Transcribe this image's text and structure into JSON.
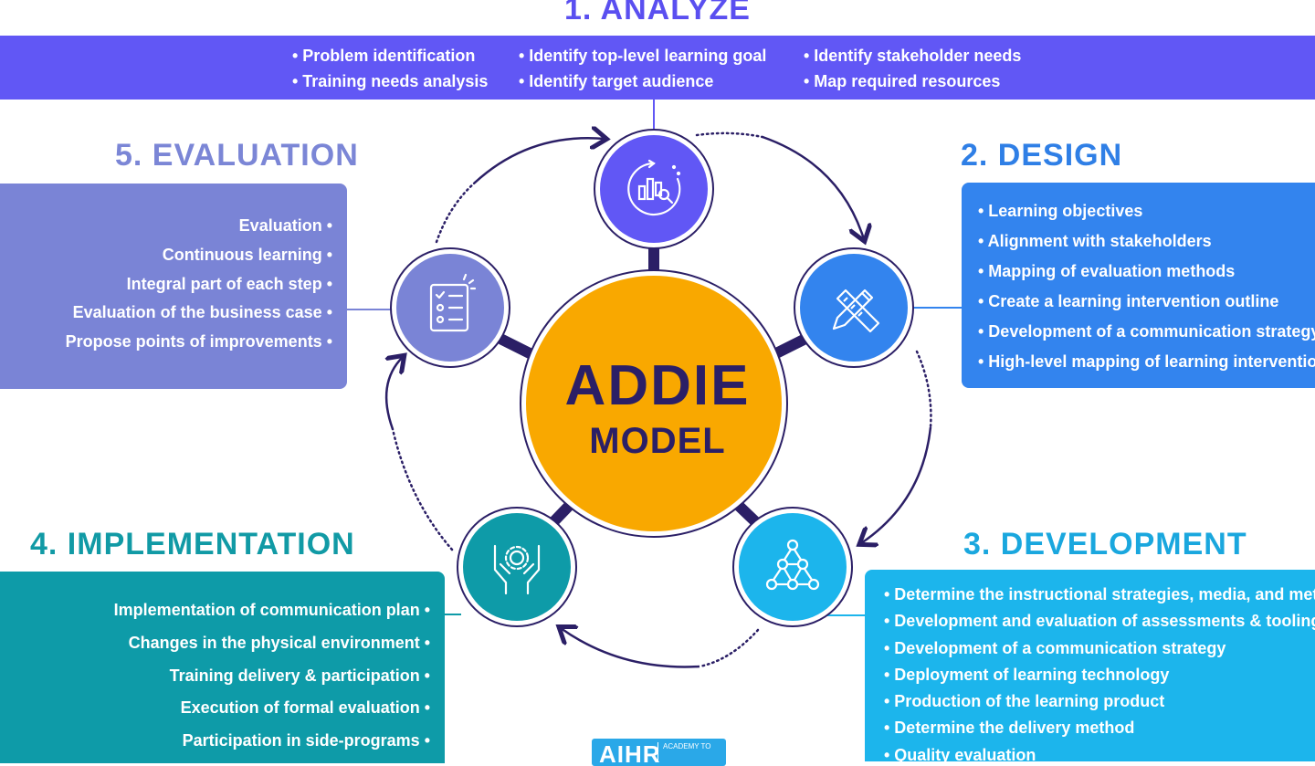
{
  "center": {
    "title": "ADDIE",
    "subtitle": "MODEL"
  },
  "analyze": {
    "title": "1. ANALYZE",
    "columns": [
      [
        "• Problem identification",
        "• Training needs analysis"
      ],
      [
        "• Identify top-level learning goal",
        "• Identify target audience"
      ],
      [
        "• Identify stakeholder needs",
        "• Map required resources"
      ]
    ]
  },
  "design": {
    "title": "2. DESIGN",
    "items": [
      "• Learning objectives",
      "• Alignment with stakeholders",
      "• Mapping of evaluation methods",
      "• Create a learning intervention outline",
      "• Development of a communication strategy",
      "• High-level mapping of learning interventions"
    ]
  },
  "development": {
    "title": "3. DEVELOPMENT",
    "items": [
      "• Determine the instructional strategies, media, and methods",
      "• Development and evaluation of assessments & tooling",
      "• Development of a communication strategy",
      "• Deployment of learning technology",
      "• Production of the learning product",
      "• Determine the delivery method",
      "• Quality evaluation"
    ]
  },
  "implementation": {
    "title": "4. IMPLEMENTATION",
    "items": [
      "Implementation of communication plan •",
      "Changes in the physical environment •",
      "Training delivery & participation •",
      "Execution of formal evaluation •",
      "Participation in side-programs •"
    ]
  },
  "evaluation": {
    "title": "5. EVALUATION",
    "items": [
      "Evaluation •",
      "Continuous learning •",
      "Integral part of each step •",
      "Evaluation of the business case •",
      "Propose points of improvements •"
    ]
  },
  "logo": {
    "mark": "AIHR",
    "small": "ACADEMY TO"
  },
  "colors": {
    "analyze": "#6157f5",
    "design": "#3384ee",
    "development": "#1cb5ec",
    "implementation": "#0e9ba8",
    "evaluation": "#7a84d6",
    "center": "#f9a800",
    "navy": "#2b1f66"
  },
  "icons": {
    "analyze": "chart-analysis-icon",
    "design": "pencil-ruler-icon",
    "development": "network-triangle-icon",
    "implementation": "hands-gear-icon",
    "evaluation": "checklist-icon"
  }
}
